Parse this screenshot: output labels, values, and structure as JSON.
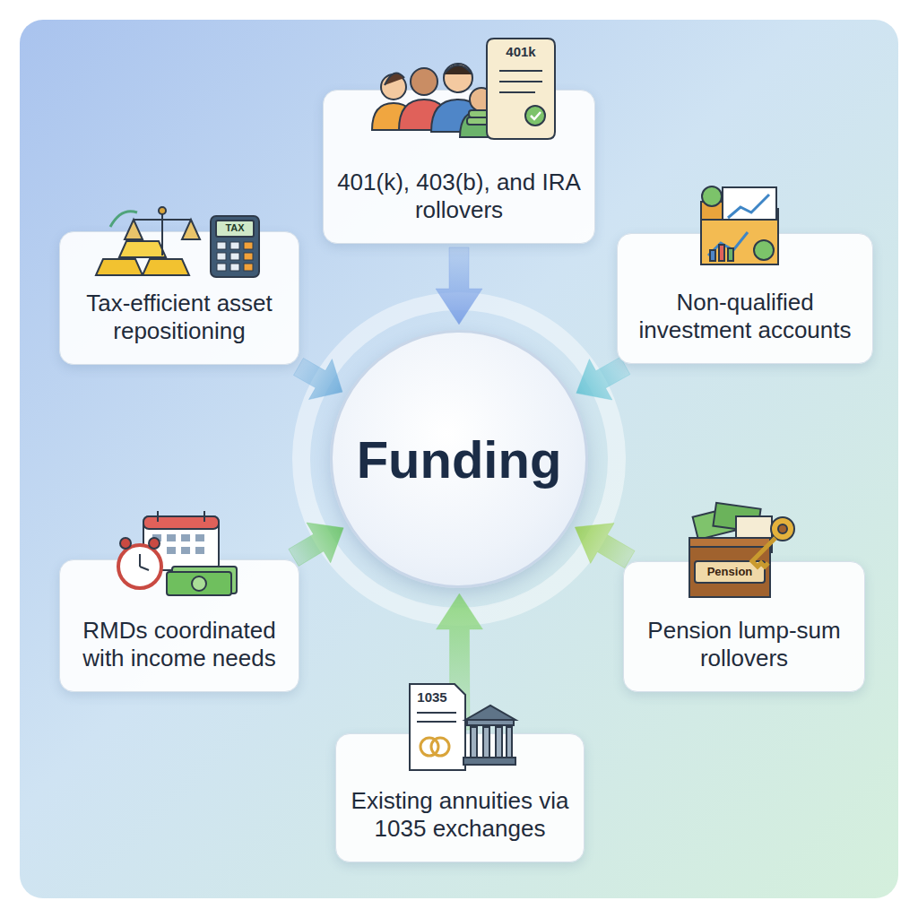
{
  "diagram": {
    "nodes": [
      {
        "text": [
          "401(k), 403(b), and IRA rollovers"
        ]
      },
      {
        "text": [
          "Tax-efficient asset repositioning"
        ]
      },
      {
        "text": [
          "Non-qualified investment accounts"
        ]
      },
      {
        "text": [
          "Funding"
        ]
      },
      {
        "text": [
          "RMDs coordinated with income needs"
        ]
      },
      {
        "text": [
          "Pension lump-sum rollovers"
        ]
      },
      {
        "text": [
          "Existing annuities via 1035 exchanges"
        ]
      }
    ],
    "edges": [
      {
        "from": 0,
        "to": 3,
        "arrow": "to"
      },
      {
        "from": 1,
        "to": 3,
        "arrow": "to"
      },
      {
        "from": 2,
        "to": 3,
        "arrow": "to"
      },
      {
        "from": 4,
        "to": 3,
        "arrow": "to"
      },
      {
        "from": 5,
        "to": 3,
        "arrow": "to"
      },
      {
        "from": 6,
        "to": 3,
        "arrow": "to"
      }
    ],
    "labels": [
      "401k",
      "TAX",
      "Pension",
      "1035"
    ]
  }
}
